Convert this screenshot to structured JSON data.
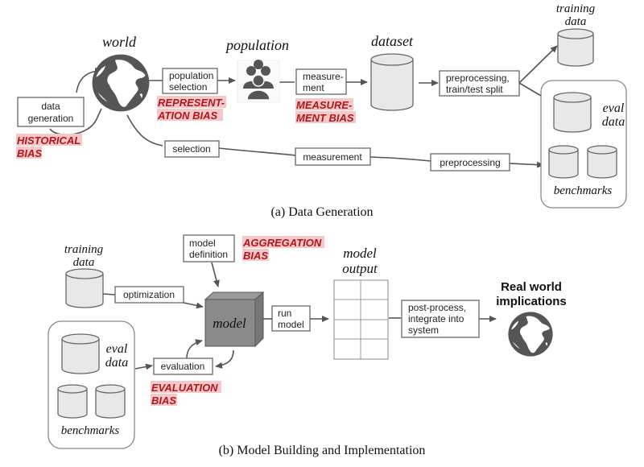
{
  "part_a": {
    "caption": "(a) Data Generation",
    "world_label": "world",
    "population_label": "population",
    "dataset_label": "dataset",
    "training_data_label": [
      "training",
      "data"
    ],
    "eval_data_label": [
      "eval",
      "data"
    ],
    "benchmarks_label": "benchmarks",
    "steps": {
      "data_generation": [
        "data",
        "generation"
      ],
      "population_selection": [
        "population",
        "selection"
      ],
      "measurement_short": [
        "measure-",
        "ment"
      ],
      "preprocessing_split": [
        "preprocessing,",
        "train/test split"
      ],
      "selection": "selection",
      "measurement": "measurement",
      "preprocessing": "preprocessing"
    },
    "biases": {
      "historical": [
        "HISTORICAL",
        "BIAS"
      ],
      "representation": [
        "REPRESENT-",
        "ATION  BIAS"
      ],
      "measurement": [
        "MEASURE-",
        "MENT BIAS"
      ]
    }
  },
  "part_b": {
    "caption": "(b) Model Building and Implementation",
    "training_data_label": [
      "training",
      "data"
    ],
    "eval_data_label": [
      "eval",
      "data"
    ],
    "benchmarks_label": "benchmarks",
    "model_label": "model",
    "model_output_label": [
      "model",
      "output"
    ],
    "real_world_label": [
      "Real world",
      "implications"
    ],
    "steps": {
      "model_definition": [
        "model",
        "definition"
      ],
      "optimization": "optimization",
      "run_model": [
        "run",
        "model"
      ],
      "evaluation": "evaluation",
      "post_process": [
        "post-process,",
        "integrate into",
        "system"
      ]
    },
    "biases": {
      "aggregation": [
        "AGGREGATION",
        "BIAS"
      ],
      "evaluation": [
        "EVALUATION",
        "BIAS"
      ]
    }
  },
  "colors": {
    "bias_text": "#b0161c",
    "bias_highlight": "#f4c7c9",
    "icon_gray": "#555555",
    "cylinder_fill": "#e8e8e8"
  }
}
